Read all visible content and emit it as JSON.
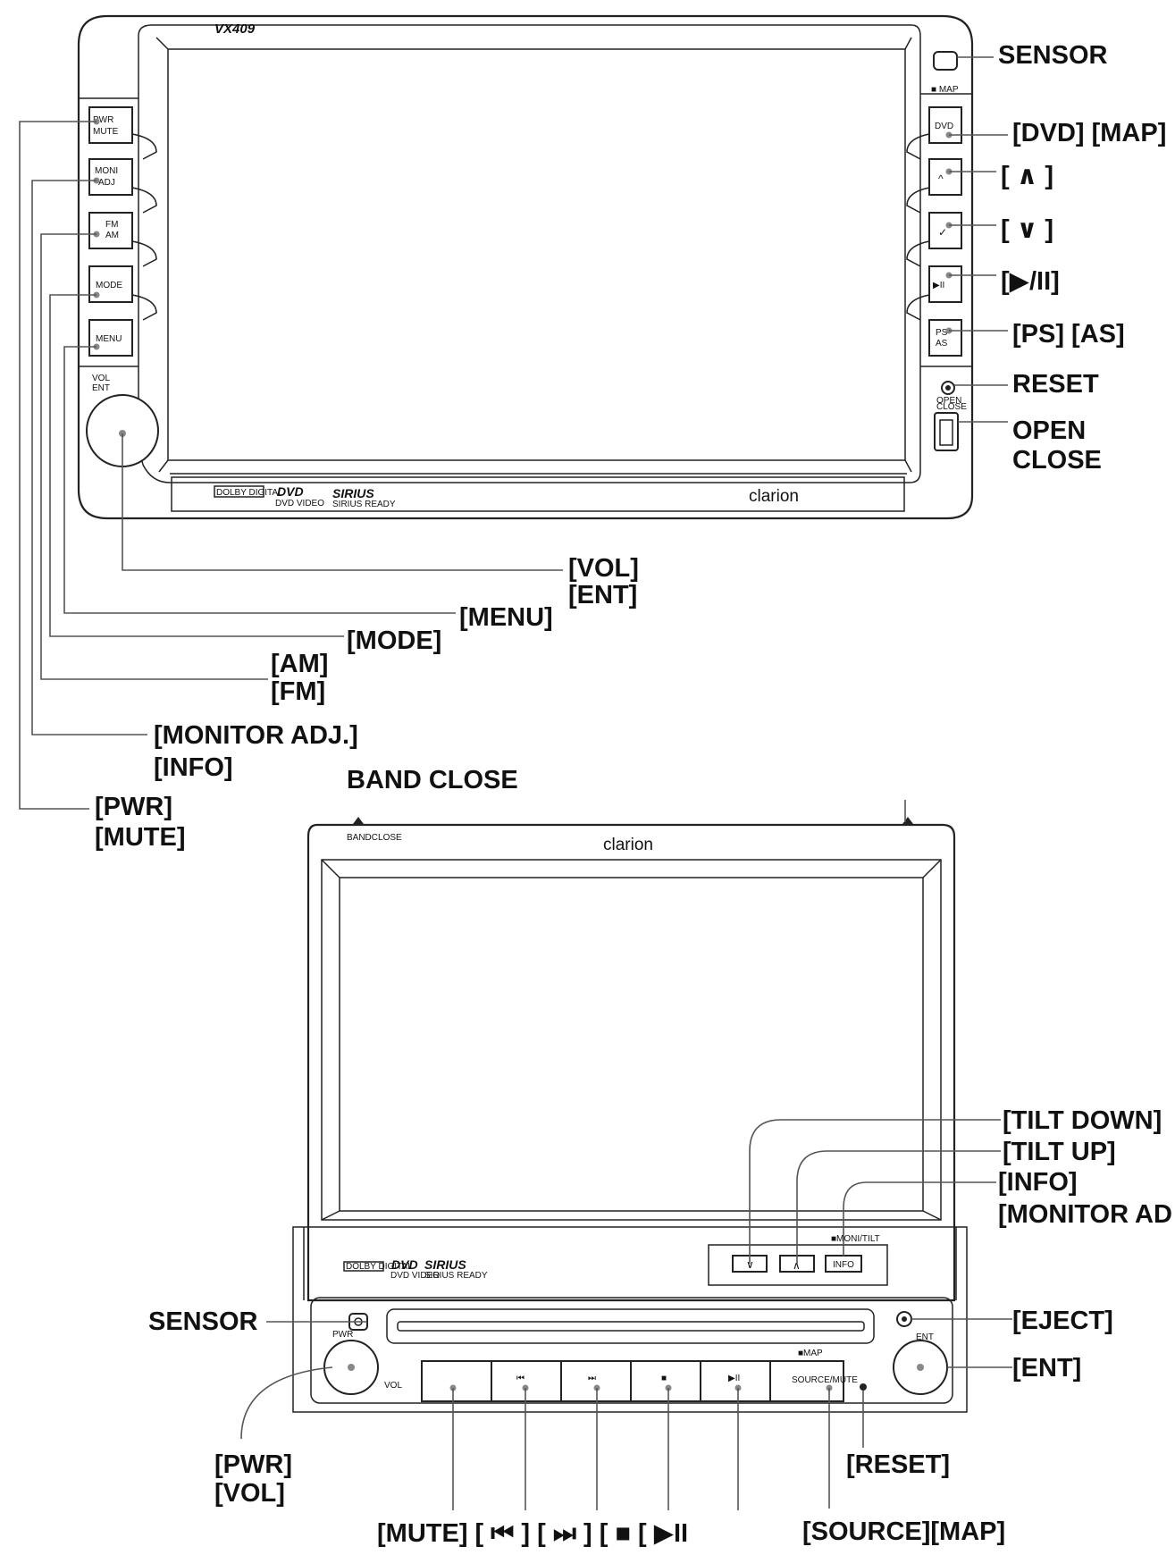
{
  "top_unit": {
    "model": "VX409",
    "brand": "clarion",
    "logos": [
      "DOLBY DIGITAL",
      "DVD VIDEO",
      "SIRIUS READY"
    ],
    "map_mark": "■ MAP",
    "knob_label": [
      "VOL",
      "ENT"
    ],
    "open_close_tag": [
      "OPEN",
      "CLOSE"
    ],
    "left_buttons": [
      [
        "PWR",
        "MUTE"
      ],
      [
        "MONI",
        "ADJ"
      ],
      [
        "FM",
        "AM"
      ],
      [
        "MODE"
      ],
      [
        "MENU"
      ]
    ],
    "right_buttons": [
      [
        "DVD"
      ],
      [
        "^"
      ],
      [
        "✓"
      ],
      [
        "▶II"
      ],
      [
        "PS",
        "AS"
      ]
    ],
    "callouts_right": [
      "SENSOR",
      "[DVD] [MAP]",
      "[ ∧ ]",
      "[ ∨ ]",
      "[▶/II]",
      "[PS] [AS]",
      "RESET",
      "OPEN",
      "CLOSE"
    ],
    "callouts_left": [
      "[VOL]",
      "[ENT]",
      "[MENU]",
      "[MODE]",
      "[AM]",
      "[FM]",
      "[MONITOR ADJ.]",
      "[INFO]",
      "[PWR]",
      "[MUTE]"
    ]
  },
  "bottom_unit": {
    "brand": "clarion",
    "band_close_tag": "BANDCLOSE",
    "band_close_label": "BAND CLOSE",
    "logos": [
      "DOLBY DIGITAL",
      "DVD VIDEO",
      "SIRIUS READY"
    ],
    "moni_tilt_tag": "■MONI/TILT",
    "tilt_buttons": [
      "∨",
      "∧",
      "INFO"
    ],
    "pwr_tag": "PWR",
    "vol_tag": "VOL",
    "ent_tag": "ENT",
    "map_tag": "■MAP",
    "front_buttons": [
      "",
      "⏮",
      "⏭",
      "■",
      "▶II",
      "SOURCE/MUTE"
    ],
    "callouts_right": [
      "[TILT DOWN]",
      "[TILT UP]",
      "[INFO]",
      "[MONITOR AD",
      "[EJECT]",
      "[ENT]",
      "[RESET]"
    ],
    "callouts_left": [
      "SENSOR",
      "[PWR]",
      "[VOL]"
    ],
    "callouts_bottom": [
      "[MUTE] [ ⏮ ] [ ⏭ ] [ ■ [  ▶II",
      "[SOURCE][MAP]"
    ]
  }
}
